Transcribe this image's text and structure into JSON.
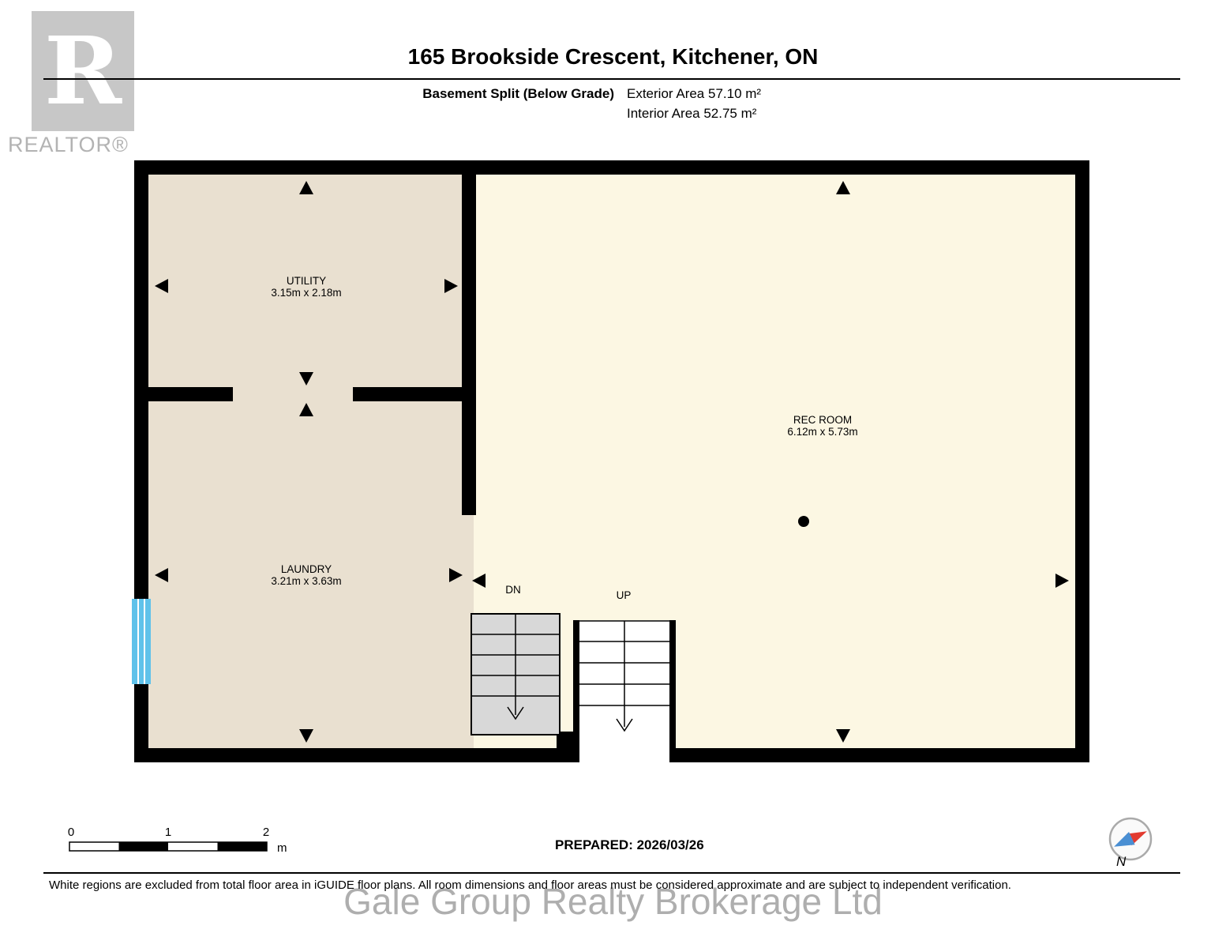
{
  "logo": {
    "letter": "R",
    "brand": "REALTOR®"
  },
  "header": {
    "title": "165 Brookside Crescent, Kitchener, ON",
    "floor_label": "Basement Split (Below Grade)",
    "exterior_area": "Exterior Area 57.10 m²",
    "interior_area": "Interior Area 52.75 m²"
  },
  "plan": {
    "rooms": [
      {
        "name": "UTILITY",
        "dims": "3.15m x 2.18m"
      },
      {
        "name": "LAUNDRY",
        "dims": "3.21m x 3.63m"
      },
      {
        "name": "REC ROOM",
        "dims": "6.12m x 5.73m"
      }
    ],
    "stairs": {
      "down": "DN",
      "up": "UP"
    }
  },
  "scale_bar": {
    "t0": "0",
    "t1": "1",
    "t2": "2",
    "unit": "m"
  },
  "footer": {
    "prepared": "PREPARED: 2026/03/26",
    "compass_label": "N",
    "disclaimer": "White regions are excluded from total floor area in iGUIDE floor plans. All room dimensions and floor areas must be considered approximate and are subject to independent verification.",
    "watermark": "Gale Group Realty Brokerage Ltd"
  },
  "colors": {
    "wall": "#000000",
    "room_beige": "#e9e0d0",
    "room_cream": "#fcf7e3",
    "window_blue": "#5fc2ea",
    "stair_grey": "#d8d8d8",
    "stair_white": "#ffffff"
  }
}
